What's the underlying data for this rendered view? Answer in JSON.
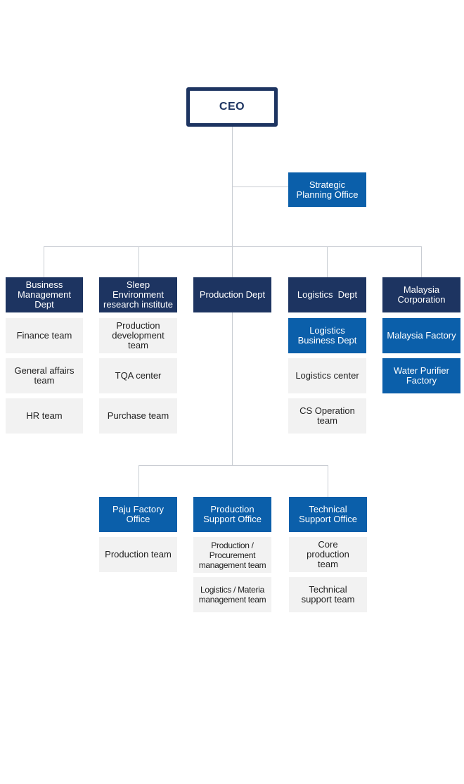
{
  "ceo": "CEO",
  "strategic": "Strategic Planning Office",
  "depts": {
    "business": "Business Management Dept",
    "sleep": "Sleep Environment research institute",
    "production": "Production Dept",
    "logistics": "Logistics  Dept",
    "malaysia": "Malaysia Corporation"
  },
  "business_teams": [
    "Finance team",
    "General affairs team",
    "HR team"
  ],
  "sleep_teams": [
    "Production development team",
    "TQA center",
    "Purchase team"
  ],
  "logistics_sub": "Logistics Business Dept",
  "logistics_teams": [
    "Logistics center",
    "CS Operation team"
  ],
  "malaysia_subs": [
    "Malaysia Factory",
    "Water Purifier Factory"
  ],
  "offices": {
    "paju": "Paju Factory Office",
    "prod_support": "Production Support Office",
    "tech_support": "Technical Support Office"
  },
  "paju_teams": [
    "Production team"
  ],
  "prod_support_teams": [
    "Production / Procurement management team",
    "Logistics / Materia management team"
  ],
  "tech_support_teams": [
    "Core production team",
    "Technical support team"
  ],
  "colors": {
    "navy": "#1d3461",
    "blue": "#0b5faa",
    "gray": "#f2f2f2",
    "line": "#c9cdd3"
  }
}
